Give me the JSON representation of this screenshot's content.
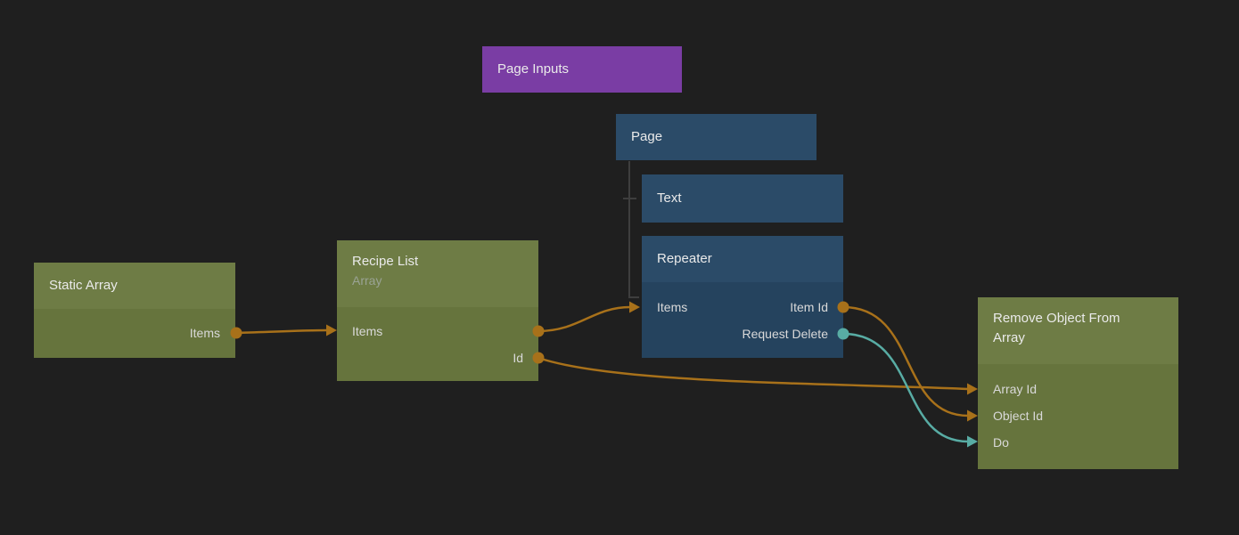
{
  "app": {
    "view": "node-graph-canvas"
  },
  "colors": {
    "background": "#1f1f1f",
    "node_purple": "#7a3da4",
    "node_blue_header": "#2b4b68",
    "node_blue_body": "#25435e",
    "node_green_header": "#6e7c45",
    "node_green_body": "#66743d",
    "edge_orange": "#a8711a",
    "edge_teal": "#58aca4",
    "hierarchy_line": "#3e3e3e",
    "title_text": "#eaeaea",
    "port_text": "#d9d9d9",
    "subtitle_text": "#9aa394"
  },
  "nodes": {
    "page_inputs": {
      "title": "Page Inputs"
    },
    "page": {
      "title": "Page"
    },
    "text": {
      "title": "Text"
    },
    "repeater": {
      "title": "Repeater",
      "inputs": [
        {
          "label": "Items"
        }
      ],
      "outputs": [
        {
          "label": "Item Id"
        },
        {
          "label": "Request Delete"
        }
      ]
    },
    "static_array": {
      "title": "Static Array",
      "outputs": [
        {
          "label": "Items"
        }
      ]
    },
    "recipe_list": {
      "title": "Recipe List",
      "subtitle": "Array",
      "inputs": [
        {
          "label": "Items"
        }
      ],
      "outputs": [
        {
          "label": "Items"
        },
        {
          "label": "Id"
        }
      ]
    },
    "remove_object_from_array": {
      "title": "Remove Object From Array",
      "inputs": [
        {
          "label": "Array Id"
        },
        {
          "label": "Object Id"
        },
        {
          "label": "Do"
        }
      ]
    }
  },
  "hierarchy": [
    {
      "parent": "Page",
      "children": [
        "Text",
        "Repeater"
      ]
    }
  ],
  "connections": [
    {
      "from": "Static Array.Items",
      "to": "Recipe List.Items",
      "color": "#a8711a"
    },
    {
      "from": "Recipe List.Items",
      "to": "Repeater.Items",
      "color": "#a8711a"
    },
    {
      "from": "Recipe List.Id",
      "to": "Remove Object From Array.Array Id",
      "color": "#a8711a"
    },
    {
      "from": "Repeater.Item Id",
      "to": "Remove Object From Array.Object Id",
      "color": "#a8711a"
    },
    {
      "from": "Repeater.Request Delete",
      "to": "Remove Object From Array.Do",
      "color": "#58aca4"
    }
  ]
}
